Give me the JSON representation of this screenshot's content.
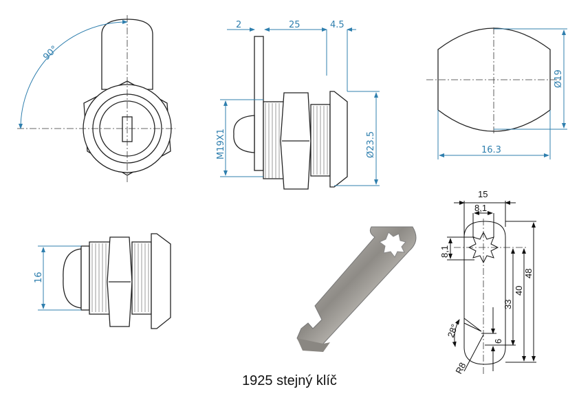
{
  "front_view": {
    "angle_label": "90°"
  },
  "side_view": {
    "dim_plate": "2",
    "dim_length": "25",
    "dim_flange": "4.5",
    "thread_label": "M19X1",
    "diameter_label": "Ø23.5"
  },
  "end_view": {
    "diameter_label": "Ø19",
    "width_label": "16.3"
  },
  "bottom_side_view": {
    "height_label": "16"
  },
  "cam_drawing": {
    "width": "15",
    "star_width": "8,1",
    "star_height": "8,1",
    "len_33": "33",
    "len_40": "40",
    "len_48": "48",
    "angle": "28°",
    "dim_6": "6",
    "radius": "R8"
  },
  "caption": "1925 stejný klíč",
  "colors": {
    "dimension": "#2f7fae",
    "outline": "#222222"
  }
}
